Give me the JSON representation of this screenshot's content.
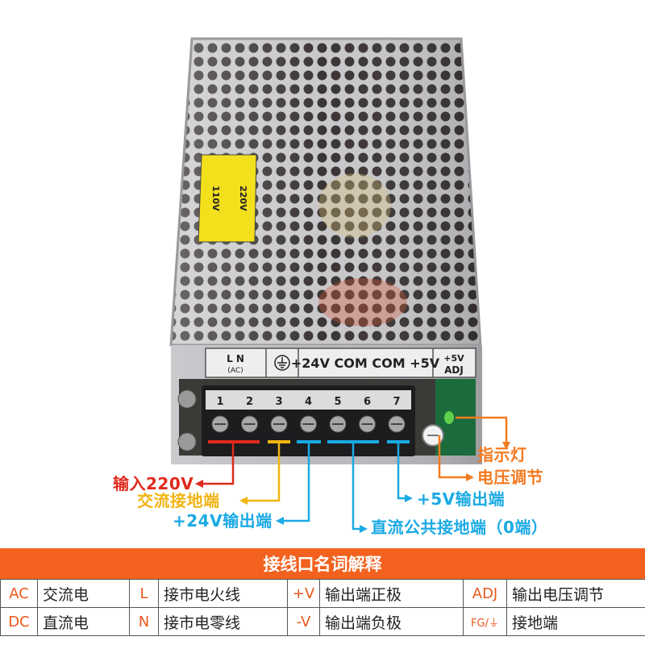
{
  "photo": {
    "fuse_label_left": "110V",
    "fuse_label_right": "220V",
    "terminal_cover_labels": [
      "L  N",
      "(AC)",
      "+24V COM COM +5V",
      "+5V",
      "ADJ"
    ],
    "terminal_numbers": [
      "1",
      "2",
      "3",
      "4",
      "5",
      "6",
      "7"
    ]
  },
  "callouts": [
    {
      "text": "指示灯",
      "color": "#f47a20"
    },
    {
      "text": "电压调节",
      "color": "#f47a20"
    },
    {
      "text": "输入220V",
      "color": "#e02a1c"
    },
    {
      "text": "交流接地端",
      "color": "#f1b411"
    },
    {
      "text": "+5V输出端",
      "color": "#1aaae4"
    },
    {
      "text": "+24V输出端",
      "color": "#1aaae4"
    },
    {
      "text": "直流公共接地端（0端）",
      "color": "#1aaae4"
    }
  ],
  "legend": {
    "title": "接线口名词解释",
    "rows": [
      [
        {
          "code": "AC",
          "desc": "交流电"
        },
        {
          "code": "L",
          "desc": "接市电火线"
        },
        {
          "code": "+V",
          "desc": "输出端正极"
        },
        {
          "code": "ADJ",
          "desc": "输出电压调节"
        }
      ],
      [
        {
          "code": "DC",
          "desc": "直流电"
        },
        {
          "code": "N",
          "desc": "接市电零线"
        },
        {
          "code": "-V",
          "desc": "输出端负极"
        },
        {
          "code": "FG/⏚",
          "desc": "接地端"
        }
      ]
    ]
  }
}
